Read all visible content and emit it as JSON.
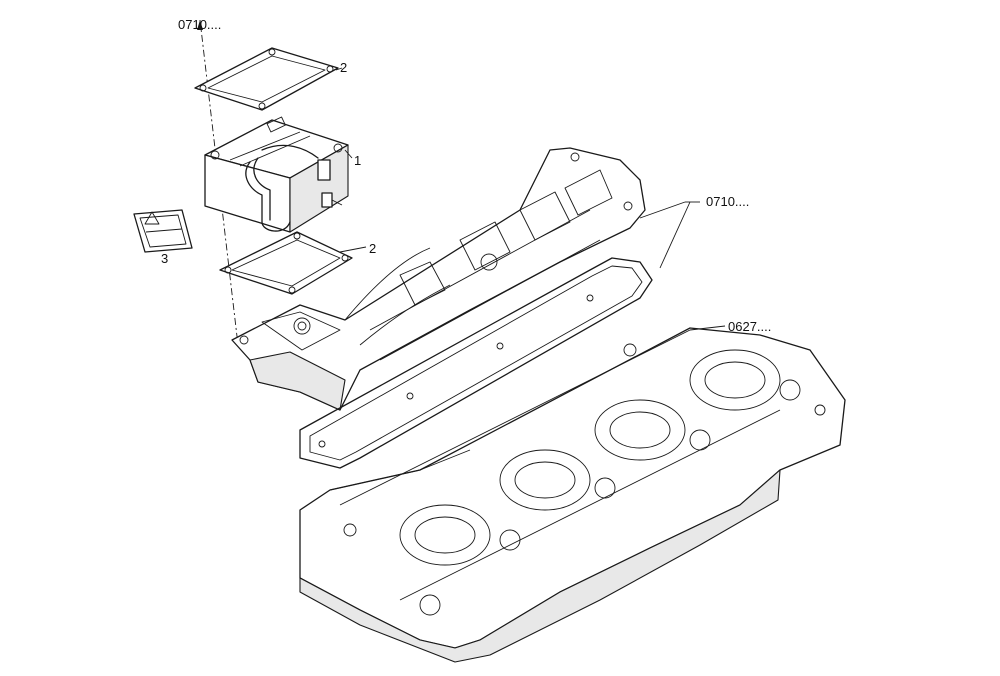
{
  "diagram": {
    "labels": {
      "ref_top": "0710....",
      "item_2_upper": "2",
      "item_1": "1",
      "item_3": "3",
      "item_2_lower": "2",
      "ref_gasket": "0710....",
      "ref_head": "0627...."
    }
  }
}
